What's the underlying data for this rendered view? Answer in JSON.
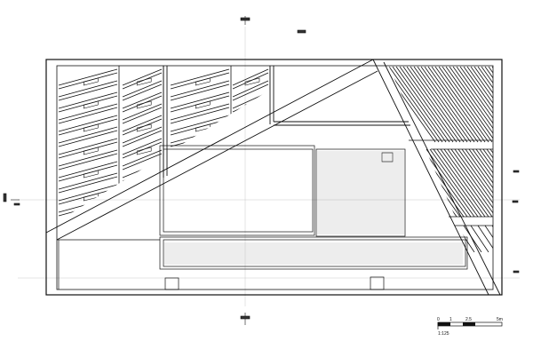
{
  "drawing": {
    "title": "",
    "scale_text": "1:125",
    "scale_bar": {
      "ticks": [
        "0",
        "1",
        "2.5",
        "5m"
      ]
    },
    "section_markers": {
      "top": "",
      "bottom": "",
      "left": "",
      "right": ""
    }
  }
}
